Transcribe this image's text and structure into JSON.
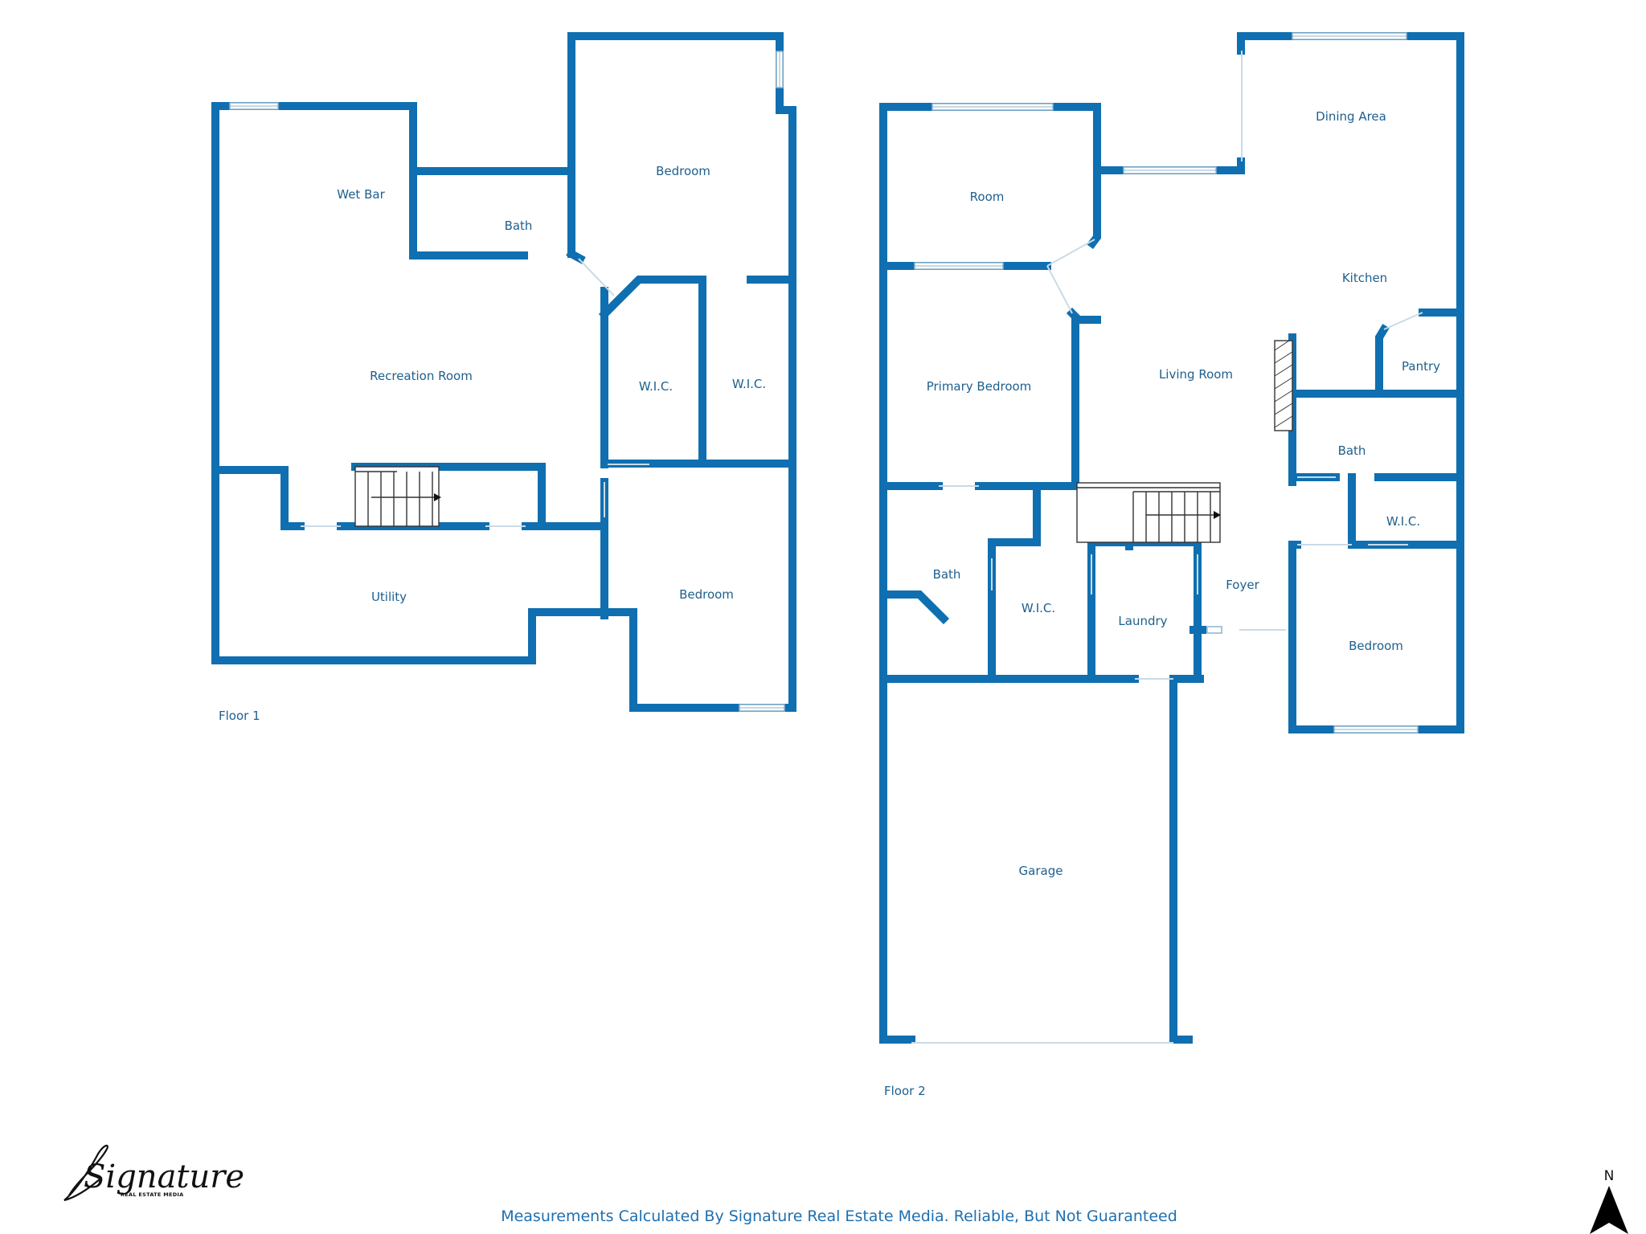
{
  "floors": [
    {
      "label": "Floor 1",
      "rooms": [
        "Wet Bar",
        "Bath",
        "Bedroom",
        "Recreation Room",
        "W.I.C.",
        "W.I.C.",
        "Utility",
        "Bedroom"
      ]
    },
    {
      "label": "Floor 2",
      "rooms": [
        "Room",
        "Dining Area",
        "Kitchen",
        "Primary Bedroom",
        "Living Room",
        "Pantry",
        "Bath",
        "W.I.C.",
        "Bath",
        "W.I.C.",
        "Laundry",
        "Foyer",
        "Bedroom",
        "Garage"
      ]
    }
  ],
  "footer": {
    "disclaimer": "Measurements Calculated By Signature Real Estate Media. Reliable, But Not Guaranteed"
  },
  "logo": {
    "script": "Signature",
    "tagline": "REAL ESTATE MEDIA"
  },
  "compass": {
    "label": "N"
  },
  "colors": {
    "wall": "#0f6fb0",
    "text": "#1e5f8d"
  }
}
